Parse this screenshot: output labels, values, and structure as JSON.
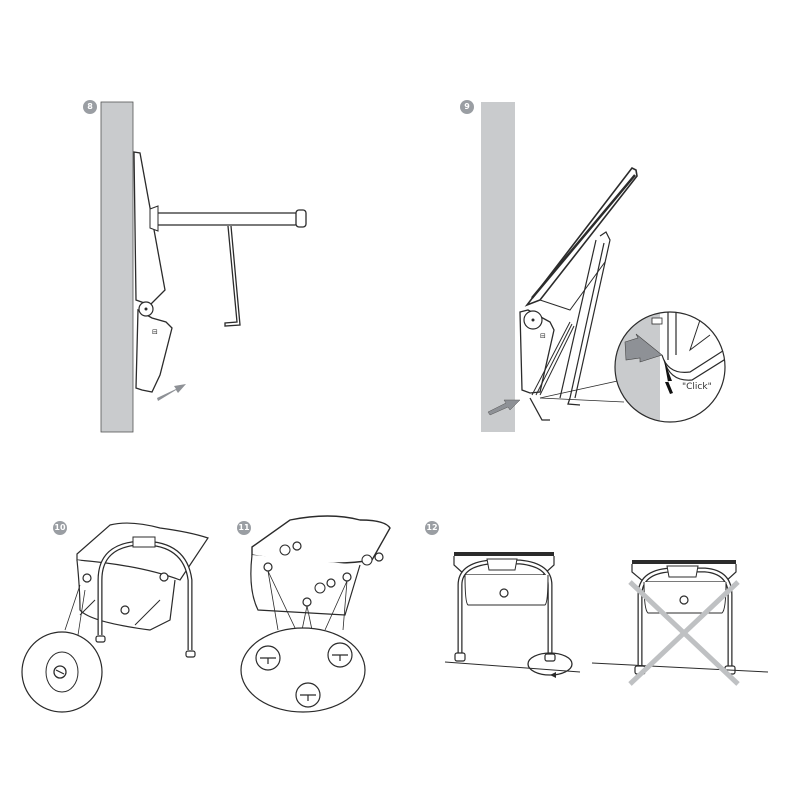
{
  "document": {
    "type": "assembly instruction diagram",
    "colors": {
      "wall": "#c9cbcd",
      "line": "#2b2b2b",
      "arrow": "#8e9196",
      "badge": "#9a9ea3",
      "cross": "#bfc1c3"
    }
  },
  "steps": [
    {
      "number": "8",
      "description": "Wall-mounted shower seat unfolded with support bar and L-shaped leg; arrow pushing bottom bracket toward wall"
    },
    {
      "number": "9",
      "description": "Seat folded up; leg clips into bracket at bottom",
      "callout": {
        "label": "\"Click\""
      }
    },
    {
      "number": "10",
      "description": "Seat frame with legs; magnified callout of screw fixing"
    },
    {
      "number": "11",
      "description": "Seat underside with three caps/screws; oval callout showing three fixings"
    },
    {
      "number": "12",
      "description": "Correct: adjust leg foot on uneven floor (rotate). Incorrect: legs unadjusted on sloped floor (crossed out)"
    }
  ]
}
